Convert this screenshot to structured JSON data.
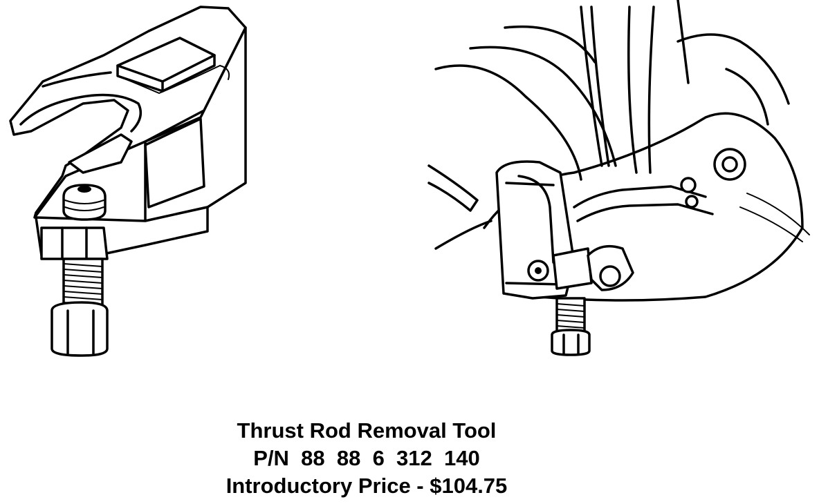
{
  "caption": {
    "title": "Thrust Rod Removal Tool",
    "part_number": "P/N  88  88  6  312  140",
    "price": "Introductory Price - $104.75"
  },
  "illustrations": {
    "tool": "thrust-rod-removal-tool",
    "installed": "tool-installed-on-suspension"
  }
}
